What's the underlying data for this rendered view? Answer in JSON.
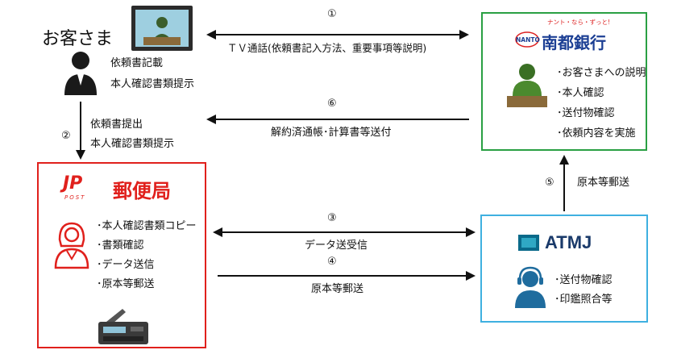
{
  "customer": {
    "title": "お客さま",
    "lines": [
      "依頼書記載",
      "本人確認書類提示"
    ]
  },
  "arrow1": {
    "num": "①",
    "label": "ＴＶ通話(依頼書記入方法、重要事項等説明)"
  },
  "arrow2": {
    "num": "②",
    "lines": [
      "依頼書提出",
      "本人確認書類提示"
    ]
  },
  "arrow3": {
    "num": "③",
    "label": "データ送受信"
  },
  "arrow4": {
    "num": "④",
    "label": "原本等郵送"
  },
  "arrow5": {
    "num": "⑤",
    "label": "原本等郵送"
  },
  "arrow6": {
    "num": "⑥",
    "label": "解約済通帳･計算書等送付"
  },
  "nanto": {
    "slogan": "ナント・なら・ずっと!",
    "logo_mark": "NANTO",
    "name": "南都銀行",
    "items": [
      "･お客さまへの説明",
      "･本人確認",
      "･送付物確認",
      "･依頼内容を実施"
    ],
    "color": "#2aa043"
  },
  "post": {
    "logo_jp": "JP",
    "logo_post": "POST",
    "name": "郵便局",
    "items": [
      "･本人確認書類コピー",
      "･書類確認",
      "･データ送信",
      "･原本等郵送"
    ],
    "color": "#e0201c"
  },
  "atmj": {
    "name": "ATMJ",
    "items": [
      "･送付物確認",
      "･印鑑照合等"
    ],
    "color": "#3fb0e0"
  }
}
